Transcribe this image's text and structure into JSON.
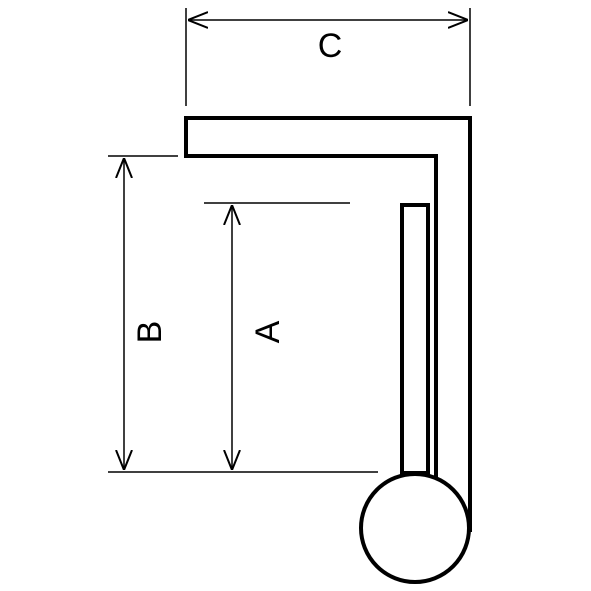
{
  "diagram": {
    "labels": {
      "width": "C",
      "outer_height": "B",
      "inner_height": "A"
    },
    "colors": {
      "stroke": "#000000",
      "background": "#ffffff"
    }
  }
}
